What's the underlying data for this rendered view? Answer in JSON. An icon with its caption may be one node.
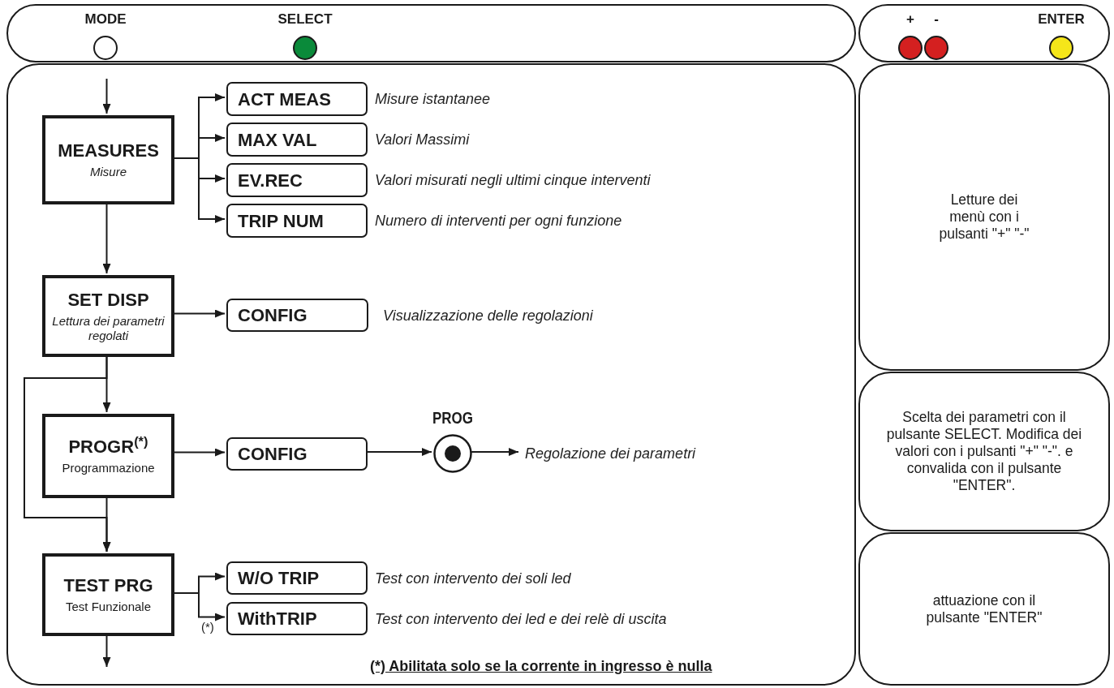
{
  "diagram": {
    "nodes": [
      {
        "text": [],
        "shape": "box"
      },
      {
        "text": [
          "MODE"
        ],
        "in": 0
      },
      {
        "text": [
          "SELECT"
        ],
        "in": 0
      },
      {
        "text": [],
        "shape": "box"
      },
      {
        "text": [
          "+"
        ],
        "in": 3
      },
      {
        "text": [
          "-"
        ],
        "in": 3
      },
      {
        "text": [
          "ENTER"
        ],
        "in": 3
      },
      {
        "text": [],
        "shape": "box"
      },
      {
        "text": [
          "MEASURES",
          "Misure"
        ],
        "in": 7
      },
      {
        "text": [
          "ACT MEAS"
        ],
        "in": 7,
        "beside": [
          "Misure istantanee"
        ]
      },
      {
        "text": [
          "MAX VAL"
        ],
        "in": 7,
        "beside": [
          "Valori Massimi"
        ]
      },
      {
        "text": [
          "EV.REC"
        ],
        "in": 7,
        "beside": [
          "Valori misurati negli ultimi cinque interventi"
        ]
      },
      {
        "text": [
          "TRIP NUM"
        ],
        "in": 7,
        "beside": [
          "Numero di interventi per ogni funzione"
        ]
      },
      {
        "text": [
          "SET DISP",
          "Lettura dei parametri regolati"
        ],
        "in": 7
      },
      {
        "text": [
          "CONFIG"
        ],
        "in": 7,
        "beside": [
          "Visualizzazione delle regolazioni"
        ]
      },
      {
        "text": [
          "PROGR$^{(*)}$",
          "Programmazione"
        ],
        "in": 7
      },
      {
        "text": [
          "CONFIG"
        ],
        "in": 7
      },
      {
        "text": [
          "PROG"
        ],
        "in": 7
      },
      {
        "text": [
          "Regolazione dei parametri"
        ],
        "in": 7
      },
      {
        "text": [
          "TEST PRG",
          "Test Funzionale"
        ],
        "in": 7
      },
      {
        "text": [
          "W/O TRIP"
        ],
        "in": 7,
        "beside": [
          "Test con intervento dei soli led"
        ]
      },
      {
        "text": [
          "WithTRIP"
        ],
        "in": 7,
        "beside": [
          "Test con intervento dei led e dei relè di uscita"
        ]
      },
      {
        "text": [
          "Letture dei menù con i pulsanti \"+\" \"-\""
        ]
      },
      {
        "text": [
          "Scelta dei parametri con il pulsante SELECT. Modifica dei valori con i pulsanti \"+\" \"-\". e convalida con il pulsante \"ENTER\"."
        ]
      },
      {
        "text": [
          "attuazione con il pulsante \"ENTER\""
        ]
      }
    ],
    "edges": [
      {
        "from": null,
        "to": 8,
        "arrow": "to"
      },
      {
        "from": 8,
        "to": 9,
        "arrow": "to"
      },
      {
        "from": 8,
        "to": 10,
        "arrow": "to"
      },
      {
        "from": 8,
        "to": 11,
        "arrow": "to"
      },
      {
        "from": 8,
        "to": 12,
        "arrow": "to"
      },
      {
        "from": 8,
        "to": 13,
        "arrow": "to"
      },
      {
        "from": 13,
        "to": 14,
        "arrow": "to"
      },
      {
        "from": 13,
        "to": 15,
        "arrow": "to"
      },
      {
        "from": 13,
        "to": 19,
        "arrow": "to"
      },
      {
        "from": 15,
        "to": 16,
        "arrow": "to"
      },
      {
        "from": 16,
        "to": 17,
        "arrow": "to"
      },
      {
        "from": 17,
        "to": 18,
        "arrow": "to"
      },
      {
        "from": 15,
        "to": 19,
        "arrow": "to"
      },
      {
        "from": 19,
        "to": 20,
        "arrow": "to"
      },
      {
        "from": 19,
        "to": 21,
        "arrow": "to"
      },
      {
        "from": 19,
        "to": null,
        "arrow": "to"
      }
    ],
    "labels": [
      "(*)",
      "(*) Abilitata solo se la corrente in ingresso è nulla"
    ]
  }
}
